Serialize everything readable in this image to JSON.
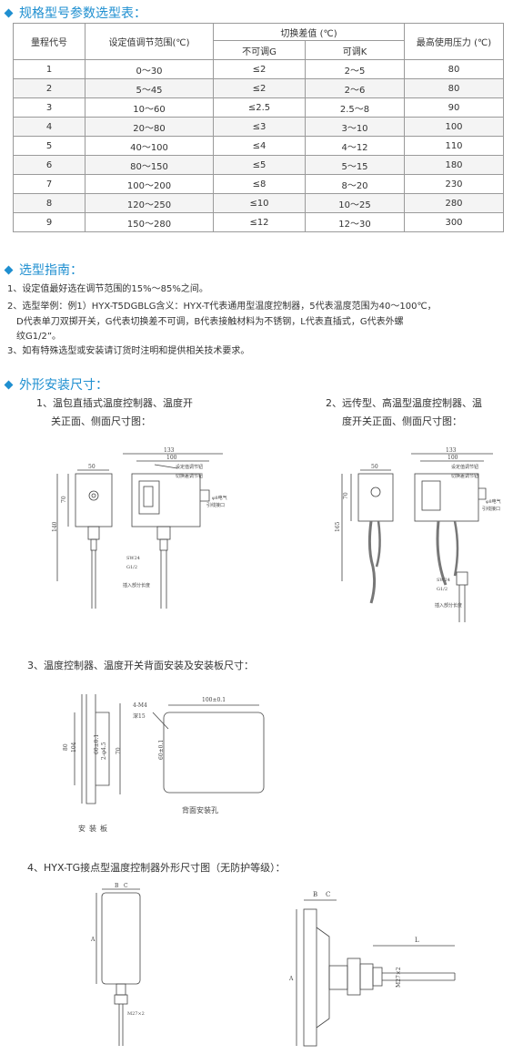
{
  "sections": {
    "spec_title": "规格型号参数选型表：",
    "guide_title": "选型指南：",
    "dims_title": "外形安装尺寸："
  },
  "table": {
    "h_code": "量程代号",
    "h_range": "设定值调节范围(℃)",
    "h_diff": "切换差值 (℃)",
    "h_fixed": "不可调G",
    "h_adj": "可调K",
    "h_press": "最高使用压力 (℃)",
    "rows": [
      [
        "1",
        "0～30",
        "≤2",
        "2～5",
        "80"
      ],
      [
        "2",
        "5～45",
        "≤2",
        "2～6",
        "80"
      ],
      [
        "3",
        "10～60",
        "≤2.5",
        "2.5～8",
        "90"
      ],
      [
        "4",
        "20～80",
        "≤3",
        "3～10",
        "100"
      ],
      [
        "5",
        "40～100",
        "≤4",
        "4～12",
        "110"
      ],
      [
        "6",
        "80～150",
        "≤5",
        "5～15",
        "180"
      ],
      [
        "7",
        "100～200",
        "≤8",
        "8～20",
        "230"
      ],
      [
        "8",
        "120～250",
        "≤10",
        "10～25",
        "280"
      ],
      [
        "9",
        "150～280",
        "≤12",
        "12～30",
        "300"
      ]
    ]
  },
  "guide": {
    "line1": "1、设定值最好选在调节范围的15%～85%之间。",
    "line2": "2、选型举例：例1）HYX-T5DGBLG含义：HYX-T代表通用型温度控制器，5代表温度范围为40～100℃，",
    "line3": "D代表单刀双掷开关，G代表切换差不可调，B代表接触材料为不锈钢，L代表直插式，G代表外螺",
    "line4": "纹G1/2”。",
    "line5": "3、如有特殊选型或安装请订货时注明和提供相关技术要求。"
  },
  "captions": {
    "c1a": "1、温包直插式温度控制器、温度开",
    "c1b": "关正面、侧面尺寸图：",
    "c2a": "2、远传型、高温型温度控制器、温",
    "c2b": "度开关正面、侧面尺寸图：",
    "c3": "3、温度控制器、温度开关背面安装及安装板尺寸：",
    "c4": "4、HYX-TG接点型温度控制器外形尺寸图（无防护等级）："
  },
  "drawing_labels": {
    "d133": "133",
    "d100": "100",
    "d50": "50",
    "d70": "70",
    "d140": "140",
    "d165": "165",
    "sw24": "SW24",
    "g12": "G1/2",
    "set_knob": "设定值调节钮",
    "diff_knob": "切换差调节钮",
    "cable": "φ8电气",
    "cable2": "引线接口",
    "insert": "插入部分长度",
    "m4": "4-M4",
    "d15": "深15",
    "d100b": "100±0.1",
    "d60": "60±0.1",
    "d104": "104",
    "d80": "80",
    "d70b": "70",
    "d45": "2-φ4.5",
    "plate": "安装板",
    "back_hole": "背面安装孔",
    "A": "A",
    "B": "B",
    "C": "C",
    "L": "L",
    "M27": "M27×2"
  }
}
